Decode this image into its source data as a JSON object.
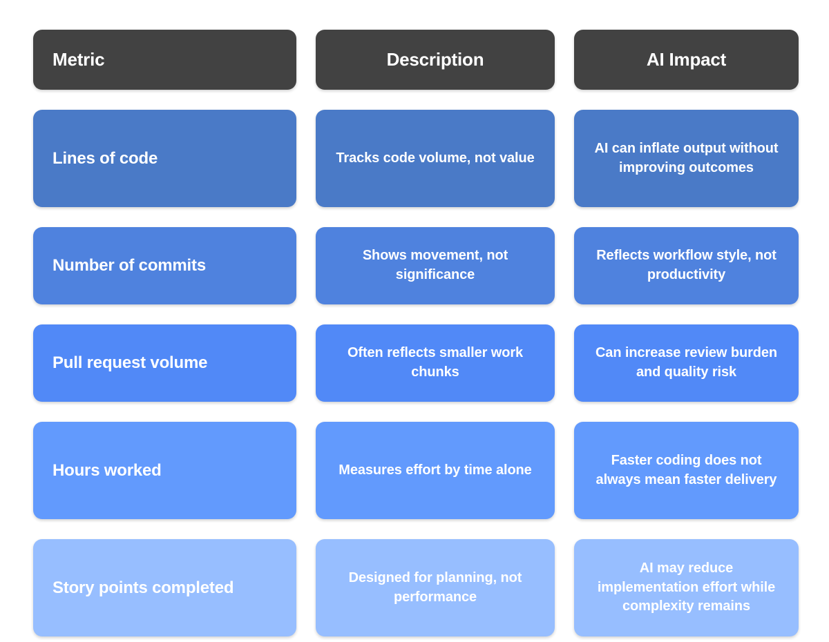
{
  "table": {
    "columns": [
      "Metric",
      "Description",
      "AI Impact"
    ],
    "header": {
      "metric": "Metric",
      "description": "Description",
      "impact": "AI Impact",
      "background_color": "#424242",
      "text_color": "#ffffff"
    },
    "rows": [
      {
        "metric": "Lines of code",
        "description": "Tracks code volume, not value",
        "impact": "AI can inflate output without improving outcomes",
        "background_color": "#4a7ac7"
      },
      {
        "metric": "Number of commits",
        "description": "Shows movement, not significance",
        "impact": "Reflects workflow style, not productivity",
        "background_color": "#4f82de"
      },
      {
        "metric": "Pull request volume",
        "description": "Often reflects smaller work chunks",
        "impact": "Can increase review burden and quality risk",
        "background_color": "#5189f7"
      },
      {
        "metric": "Hours worked",
        "description": "Measures effort by time alone",
        "impact": "Faster coding does not always mean faster delivery",
        "background_color": "#629afd"
      },
      {
        "metric": "Story points completed",
        "description": "Designed for planning, not performance",
        "impact": "AI may reduce implementation effort while complexity remains",
        "background_color": "#97beff"
      }
    ]
  }
}
